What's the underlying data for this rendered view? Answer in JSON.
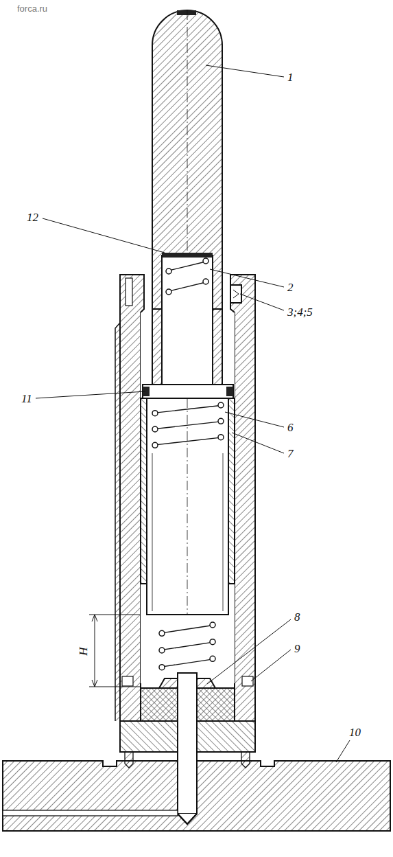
{
  "diagram": {
    "labels": [
      "forca.ru",
      "1",
      "12",
      "2",
      "3;4;5",
      "11",
      "6",
      "7",
      "H",
      "8",
      "9",
      "10"
    ]
  }
}
